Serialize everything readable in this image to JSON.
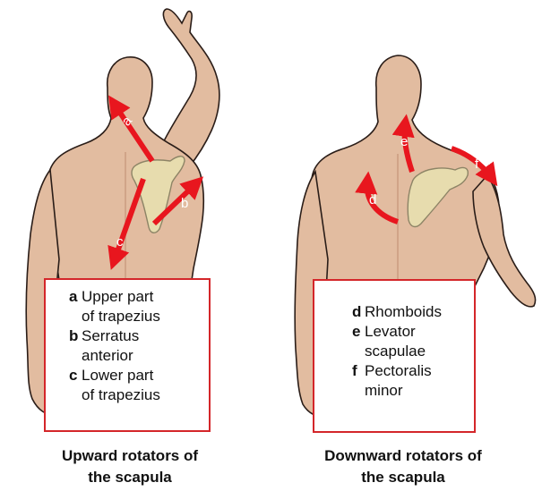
{
  "left_panel": {
    "arrow_labels": {
      "a": "a",
      "b": "b",
      "c": "c"
    },
    "legend": [
      {
        "key": "a",
        "line1": "Upper part",
        "line2": "of trapezius"
      },
      {
        "key": "b",
        "line1": "Serratus",
        "line2": "anterior"
      },
      {
        "key": "c",
        "line1": "Lower part",
        "line2": "of trapezius"
      }
    ],
    "caption": {
      "line1": "Upward rotators of",
      "line2": "the scapula"
    }
  },
  "right_panel": {
    "arrow_labels": {
      "d": "d",
      "e": "e",
      "f": "f"
    },
    "legend": [
      {
        "key": "d",
        "line1": "Rhomboids",
        "line2": ""
      },
      {
        "key": "e",
        "line1": "Levator",
        "line2": "scapulae"
      },
      {
        "key": "f",
        "line1": "Pectoralis",
        "line2": "minor"
      }
    ],
    "caption": {
      "line1": "Downward rotators of",
      "line2": "the scapula"
    }
  },
  "colors": {
    "skin": "#e2bca0",
    "skin_shadow": "#c99c80",
    "outline": "#2a1d18",
    "bone": "#e7dcae",
    "bone_outline": "#8d8466",
    "arrow_red": "#e8161e",
    "legend_border": "#d4262a"
  }
}
